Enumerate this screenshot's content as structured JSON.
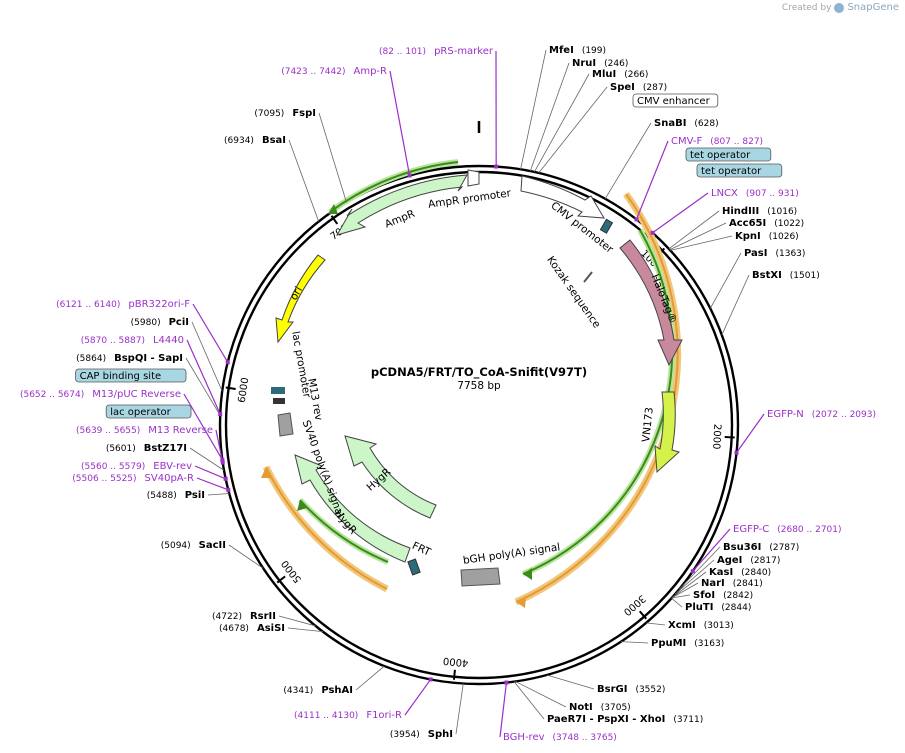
{
  "credit": {
    "prefix": "Created by",
    "brand": "SnapGene"
  },
  "plasmid": {
    "name": "pCDNA5/FRT/TO_CoA-Snifit(V97T)",
    "size": "7758 bp",
    "length": 7758
  },
  "ticks": [
    {
      "pos": 1000,
      "label": "1000"
    },
    {
      "pos": 2000,
      "label": "2000"
    },
    {
      "pos": 3000,
      "label": "3000"
    },
    {
      "pos": 4000,
      "label": "4000"
    },
    {
      "pos": 5000,
      "label": "5000"
    },
    {
      "pos": 6000,
      "label": "6000"
    },
    {
      "pos": 7000,
      "label": "7000"
    }
  ],
  "features": [
    {
      "id": "ampr-promoter",
      "label": "AmpR promoter",
      "kind": "promoter"
    },
    {
      "id": "ampr",
      "label": "AmpR",
      "kind": "cds"
    },
    {
      "id": "ori",
      "label": "ori",
      "kind": "origin"
    },
    {
      "id": "cmv-promoter",
      "label": "CMV promoter",
      "kind": "promoter"
    },
    {
      "id": "kozak",
      "label": "Kozak sequence",
      "kind": "misc"
    },
    {
      "id": "halotag",
      "label": "HaloTag®",
      "kind": "cds"
    },
    {
      "id": "vn173",
      "label": "VN173",
      "kind": "cds"
    },
    {
      "id": "bgh",
      "label": "bGH poly(A) signal",
      "kind": "terminator"
    },
    {
      "id": "frt",
      "label": "FRT",
      "kind": "misc"
    },
    {
      "id": "hygr-inner",
      "label": "HygR",
      "kind": "cds"
    },
    {
      "id": "hygr-outer",
      "label": "HygR",
      "kind": "cds"
    },
    {
      "id": "sv40",
      "label": "SV40 poly(A) signal",
      "kind": "terminator"
    },
    {
      "id": "m13rev",
      "label": "M13 rev",
      "kind": "primer"
    },
    {
      "id": "lac-promoter",
      "label": "lac promoter",
      "kind": "promoter"
    }
  ],
  "sites": [
    {
      "name": "MfeI",
      "pos": "(199)",
      "kind": "enzyme"
    },
    {
      "name": "NruI",
      "pos": "(246)",
      "kind": "enzyme"
    },
    {
      "name": "MluI",
      "pos": "(266)",
      "kind": "enzyme"
    },
    {
      "name": "SpeI",
      "pos": "(287)",
      "kind": "enzyme"
    },
    {
      "name": "CMV enhancer",
      "pos": "",
      "kind": "boxed"
    },
    {
      "name": "SnaBI",
      "pos": "(628)",
      "kind": "enzyme"
    },
    {
      "name": "CMV-F",
      "pos": "(807 .. 827)",
      "kind": "primer"
    },
    {
      "name": "tet operator",
      "pos": "",
      "kind": "blue"
    },
    {
      "name": "tet operator",
      "pos": "",
      "kind": "blue"
    },
    {
      "name": "LNCX",
      "pos": "(907 .. 931)",
      "kind": "primer"
    },
    {
      "name": "HindIII",
      "pos": "(1016)",
      "kind": "enzyme"
    },
    {
      "name": "Acc65I",
      "pos": "(1022)",
      "kind": "enzyme"
    },
    {
      "name": "KpnI",
      "pos": "(1026)",
      "kind": "enzyme"
    },
    {
      "name": "PasI",
      "pos": "(1363)",
      "kind": "enzyme"
    },
    {
      "name": "BstXI",
      "pos": "(1501)",
      "kind": "enzyme"
    },
    {
      "name": "EGFP-N",
      "pos": "(2072 .. 2093)",
      "kind": "primer"
    },
    {
      "name": "EGFP-C",
      "pos": "(2680 .. 2701)",
      "kind": "primer"
    },
    {
      "name": "Bsu36I",
      "pos": "(2787)",
      "kind": "enzyme"
    },
    {
      "name": "AgeI",
      "pos": "(2817)",
      "kind": "enzyme"
    },
    {
      "name": "KasI",
      "pos": "(2840)",
      "kind": "enzyme"
    },
    {
      "name": "NarI",
      "pos": "(2841)",
      "kind": "enzyme"
    },
    {
      "name": "SfoI",
      "pos": "(2842)",
      "kind": "enzyme"
    },
    {
      "name": "PluTI",
      "pos": "(2844)",
      "kind": "enzyme"
    },
    {
      "name": "XcmI",
      "pos": "(3013)",
      "kind": "enzyme"
    },
    {
      "name": "PpuMI",
      "pos": "(3163)",
      "kind": "enzyme"
    },
    {
      "name": "BsrGI",
      "pos": "(3552)",
      "kind": "enzyme"
    },
    {
      "name": "NotI",
      "pos": "(3705)",
      "kind": "enzyme"
    },
    {
      "name": "PaeR7I - PspXI - XhoI",
      "pos": "(3711)",
      "kind": "enzyme"
    },
    {
      "name": "BGH-rev",
      "pos": "(3748 .. 3765)",
      "kind": "primer"
    },
    {
      "name": "SphI",
      "pos": "(3954)",
      "kind": "enzyme"
    },
    {
      "name": "F1ori-R",
      "pos": "(4111 .. 4130)",
      "kind": "primer"
    },
    {
      "name": "PshAI",
      "pos": "(4341)",
      "kind": "enzyme"
    },
    {
      "name": "RsrII",
      "pos": "(4722)",
      "kind": "enzyme"
    },
    {
      "name": "AsiSI",
      "pos": "(4678)",
      "kind": "enzyme"
    },
    {
      "name": "SacII",
      "pos": "(5094)",
      "kind": "enzyme"
    },
    {
      "name": "PsiI",
      "pos": "(5488)",
      "kind": "enzyme"
    },
    {
      "name": "SV40pA-R",
      "pos": "(5506 .. 5525)",
      "kind": "primer"
    },
    {
      "name": "EBV-rev",
      "pos": "(5560 .. 5579)",
      "kind": "primer"
    },
    {
      "name": "BstZ17I",
      "pos": "(5601)",
      "kind": "enzyme"
    },
    {
      "name": "M13 Reverse",
      "pos": "(5639 .. 5655)",
      "kind": "primer"
    },
    {
      "name": "lac operator",
      "pos": "",
      "kind": "blue"
    },
    {
      "name": "M13/pUC Reverse",
      "pos": "(5652 .. 5674)",
      "kind": "primer"
    },
    {
      "name": "CAP binding site",
      "pos": "",
      "kind": "blue"
    },
    {
      "name": "BspQI - SapI",
      "pos": "(5864)",
      "kind": "enzyme"
    },
    {
      "name": "L4440",
      "pos": "(5870 .. 5887)",
      "kind": "primer"
    },
    {
      "name": "PciI",
      "pos": "(5980)",
      "kind": "enzyme"
    },
    {
      "name": "pBR322ori-F",
      "pos": "(6121 .. 6140)",
      "kind": "primer"
    },
    {
      "name": "BsaI",
      "pos": "(6934)",
      "kind": "enzyme"
    },
    {
      "name": "FspI",
      "pos": "(7095)",
      "kind": "enzyme"
    },
    {
      "name": "Amp-R",
      "pos": "(7423 .. 7442)",
      "kind": "primer"
    },
    {
      "name": "pRS-marker",
      "pos": "(82 .. 101)",
      "kind": "primer"
    }
  ],
  "colors": {
    "primer": "#9a30c8",
    "enzyme": "#000000",
    "blue_box": "#a9d6e3",
    "green_feature": "#ccf5c8",
    "ori": "#ffff00",
    "halotag": "#c8899d",
    "vn173": "#d4f24a",
    "orange_arc": "#e49b32",
    "green_arc": "#3c8a1a",
    "gray_feature": "#a0a0a0"
  }
}
